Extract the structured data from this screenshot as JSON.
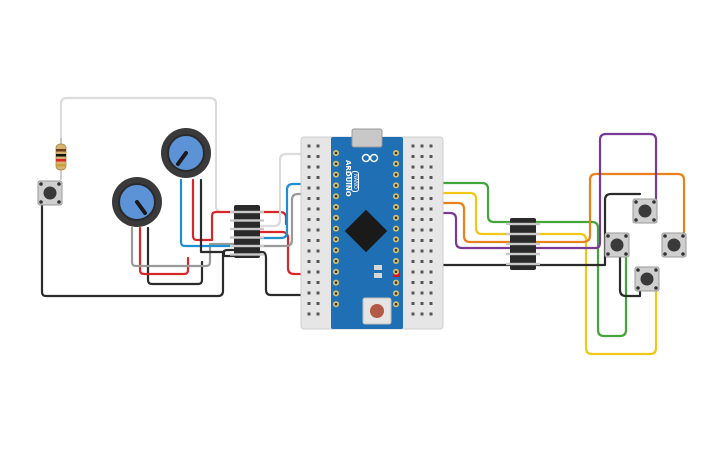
{
  "board": {
    "brand": "ARDUINO",
    "model": "NANO",
    "color": "#1f6fb5",
    "chip_color": "#1a1a1a",
    "led_color": "#e01010"
  },
  "components": {
    "resistor": "resistor-icon",
    "potentiometers": [
      "potentiometer-icon",
      "potentiometer-icon"
    ],
    "pushbuttons": [
      "pushbutton-left",
      "pushbutton-up",
      "pushbutton-left-cluster",
      "pushbutton-right",
      "pushbutton-down"
    ],
    "connectors": [
      "connector-left",
      "connector-right"
    ]
  },
  "wire_colors": {
    "black": "#2b2b2b",
    "red": "#d9262b",
    "blue": "#1e8fd0",
    "grey": "#9a9a9a",
    "white": "#dcdcdc",
    "green": "#43a63a",
    "yellow": "#f2c818",
    "orange": "#e8801c",
    "purple": "#7b3a96"
  },
  "breadboard_color": "#e6e6e6"
}
